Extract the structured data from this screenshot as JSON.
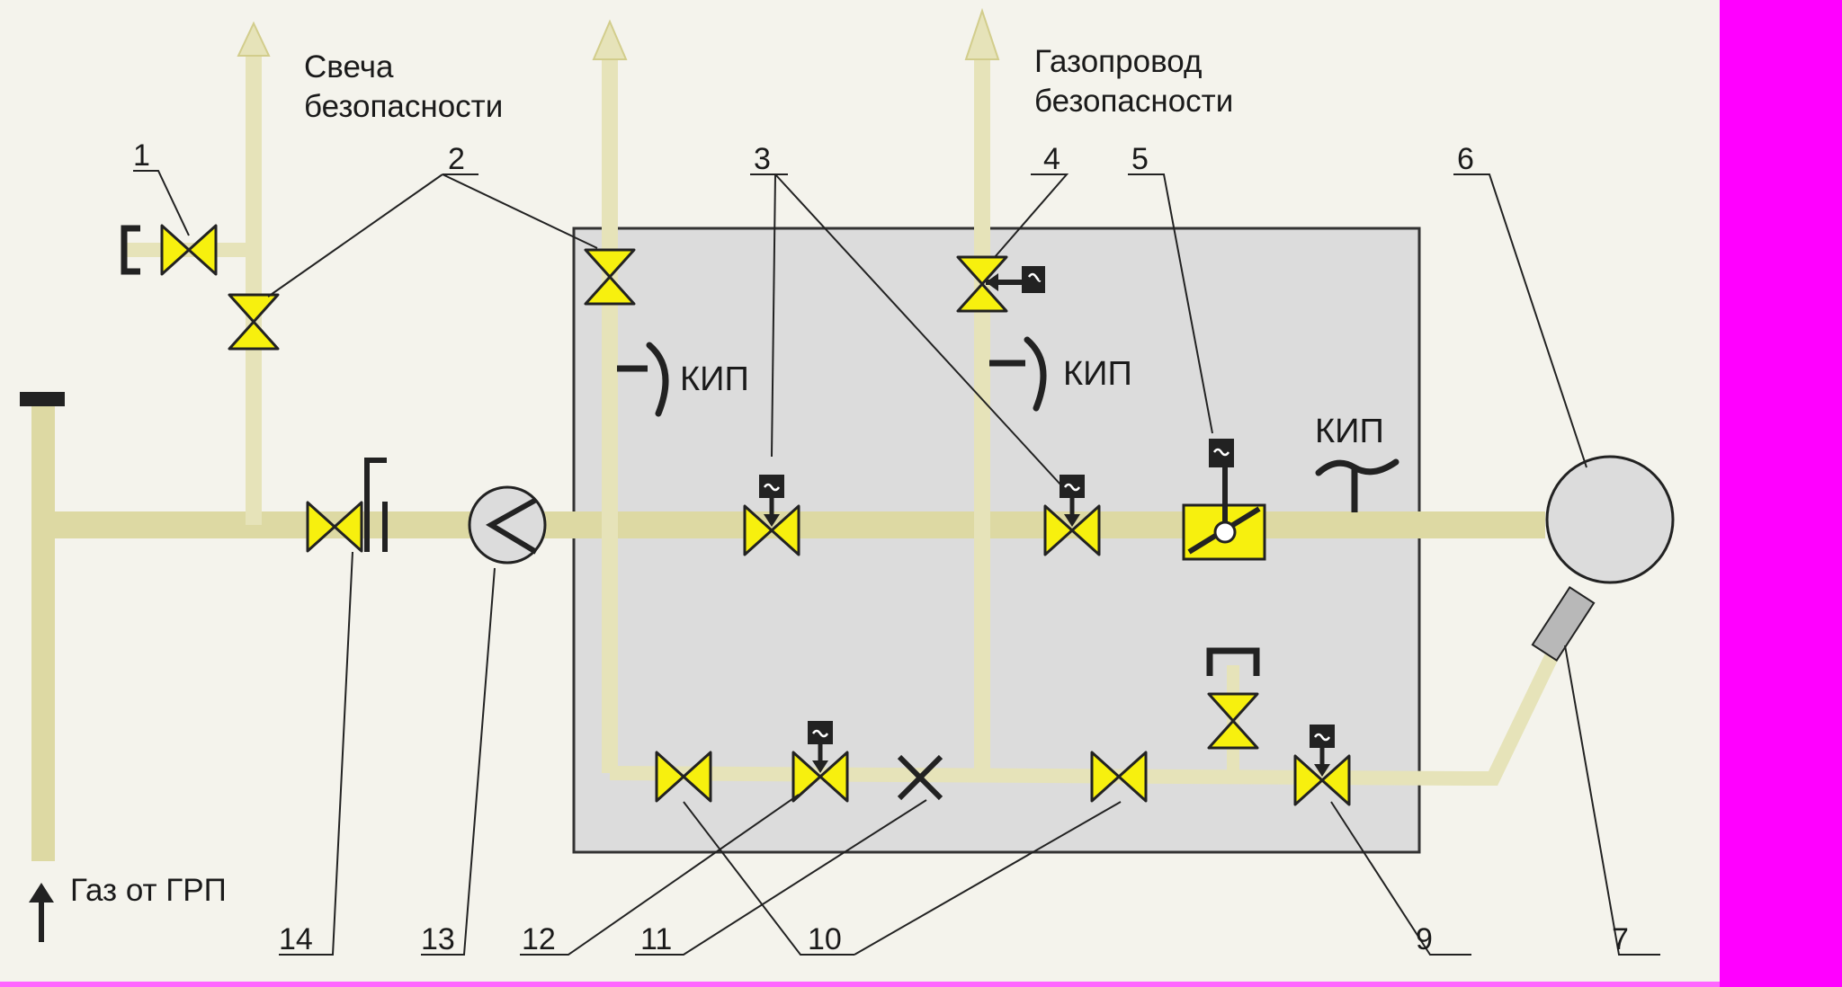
{
  "labels": {
    "candle": [
      "Свеча",
      "безопасности"
    ],
    "safety_pipeline": [
      "Газопровод",
      "безопасности"
    ],
    "gas_source": "Газ от ГРП",
    "kip": "КИП"
  },
  "callouts": [
    "1",
    "2",
    "3",
    "4",
    "5",
    "6",
    "7",
    "9",
    "10",
    "11",
    "12",
    "13",
    "14"
  ],
  "colors": {
    "background": "#f4f3ec",
    "side_bar": "#ff00ff",
    "enclosure": "#dcdcdc",
    "pipe": "#ddd9a3",
    "pipe_light": "#e6e3b9",
    "valve_fill": "#f7f00e",
    "valve_stroke": "#222222",
    "actuator": "#222222",
    "burner": "#cccccc"
  }
}
